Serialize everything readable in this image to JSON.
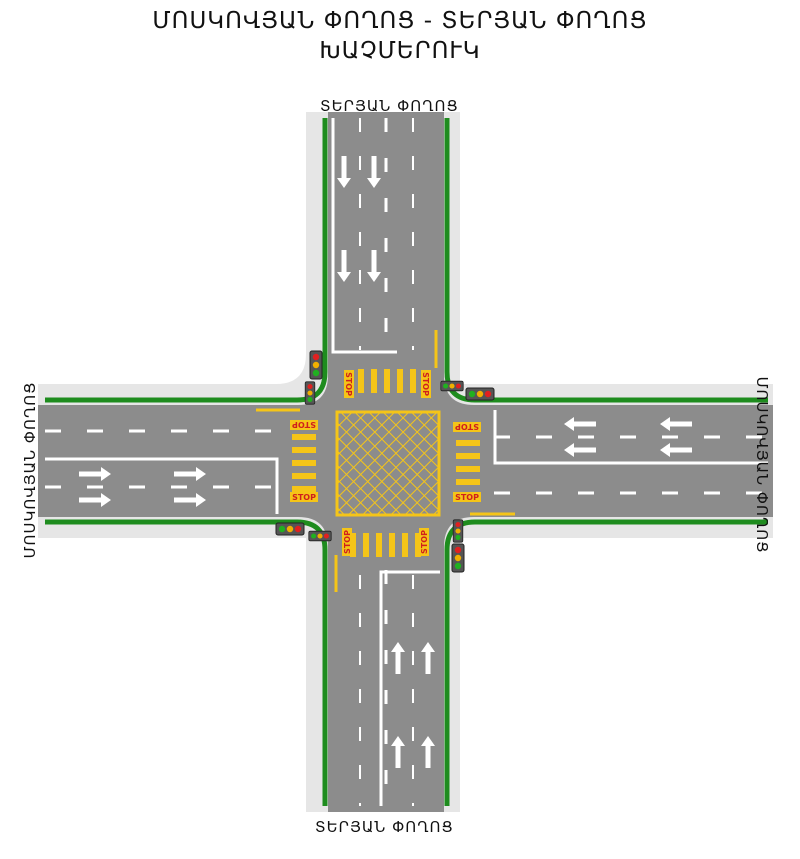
{
  "title": {
    "line1": "ՄՈՍԿՈՎՅԱՆ ՓՈՂՈՑ - ՏԵՐՅԱՆ ՓՈՂՈՑ",
    "line2": "ԽԱՉՄԵՐՈՒԿ"
  },
  "streets": {
    "north": "ՏԵՐՅԱՆ ՓՈՂՈՑ",
    "south": "ՏԵՐՅԱՆ ՓՈՂՈՑ",
    "west": "ՄՈՍԿՈՎՅԱՆ ՓՈՂՈՑ",
    "east": "ՄՈՍԿՈՎՅԱՆ ՓՈՂՈՑ"
  },
  "stop_text": "STOP",
  "colors": {
    "asphalt": "#8c8c8c",
    "sidewalk": "#e6e6e6",
    "curb_green": "#1e8c1e",
    "marking_yellow": "#f5c518",
    "marking_white": "#ffffff",
    "stop_red": "#d0201c"
  },
  "icons": {
    "traffic_light": "traffic-light-icon",
    "arrows": "lane-direction-arrow-icon"
  }
}
